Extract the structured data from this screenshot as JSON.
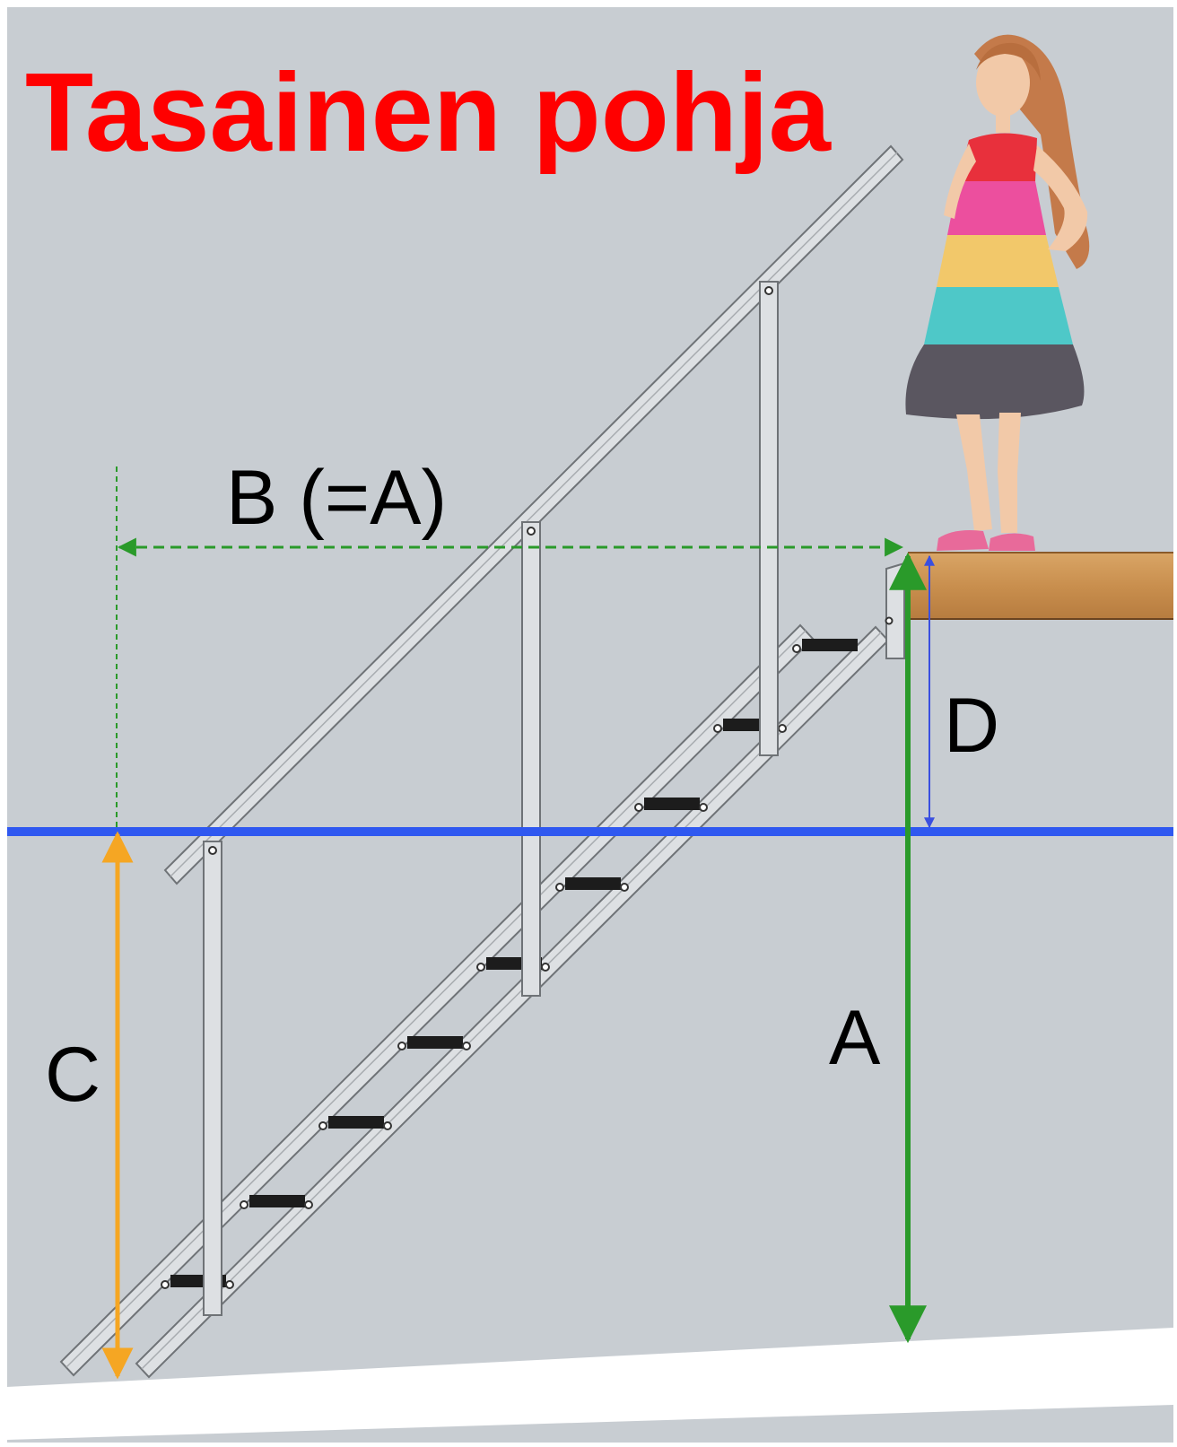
{
  "title": "Tasainen pohja",
  "labels": {
    "b": "B (=A)",
    "a": "A",
    "c": "C",
    "d": "D"
  },
  "colors": {
    "title": "#ff0000",
    "background": "#c8cdd2",
    "water_line": "#2f58f0",
    "dimension_a_b": "#2a9a2a",
    "dimension_c": "#f5a623",
    "dimension_d": "#3a4fe0",
    "deck": "#c8904e",
    "ground": "#ffffff"
  },
  "icons": {
    "person": "girl-in-rainbow-dress-icon"
  }
}
